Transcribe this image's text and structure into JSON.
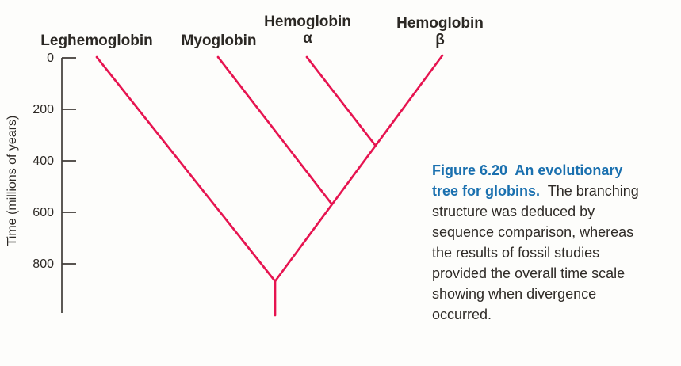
{
  "figure": {
    "axis": {
      "label": "Time (millions of years)",
      "tick_labels": [
        "0",
        "200",
        "400",
        "600",
        "800"
      ],
      "color": "#403c38"
    },
    "tree": {
      "branch_color": "#e61450",
      "leaves": [
        {
          "label": "Leghemoglobin"
        },
        {
          "label": "Myoglobin"
        },
        {
          "label": "Hemoglobin",
          "sublabel": "α"
        },
        {
          "label": "Hemoglobin",
          "sublabel": "β"
        }
      ]
    },
    "caption": {
      "title": "Figure 6.20  An evolutionary tree for globins.",
      "body": "  The branching structure was deduced by sequence comparison, whereas the results of fossil studies provided the overall time scale showing when divergence occurred.",
      "title_color": "#1a70af",
      "body_color": "#2f2b27"
    }
  },
  "chart_data": {
    "type": "tree",
    "title": "",
    "ylabel": "Time (millions of years)",
    "y_ticks": [
      0,
      200,
      400,
      600,
      800
    ],
    "ylim": [
      0,
      990
    ],
    "orientation": "leaves-top-root-bottom",
    "grid": false,
    "legend": false,
    "leaves": [
      "Leghemoglobin",
      "Myoglobin",
      "Hemoglobin α",
      "Hemoglobin β"
    ],
    "branching_events": [
      {
        "split": "Hemoglobin α | Hemoglobin β",
        "time_mya": 335
      },
      {
        "split": "Myoglobin | hemoglobin ancestor",
        "time_mya": 565
      },
      {
        "split": "Leghemoglobin | animal globins (root)",
        "time_mya": 865
      }
    ],
    "root_stem_extends_to_mya": 995
  }
}
